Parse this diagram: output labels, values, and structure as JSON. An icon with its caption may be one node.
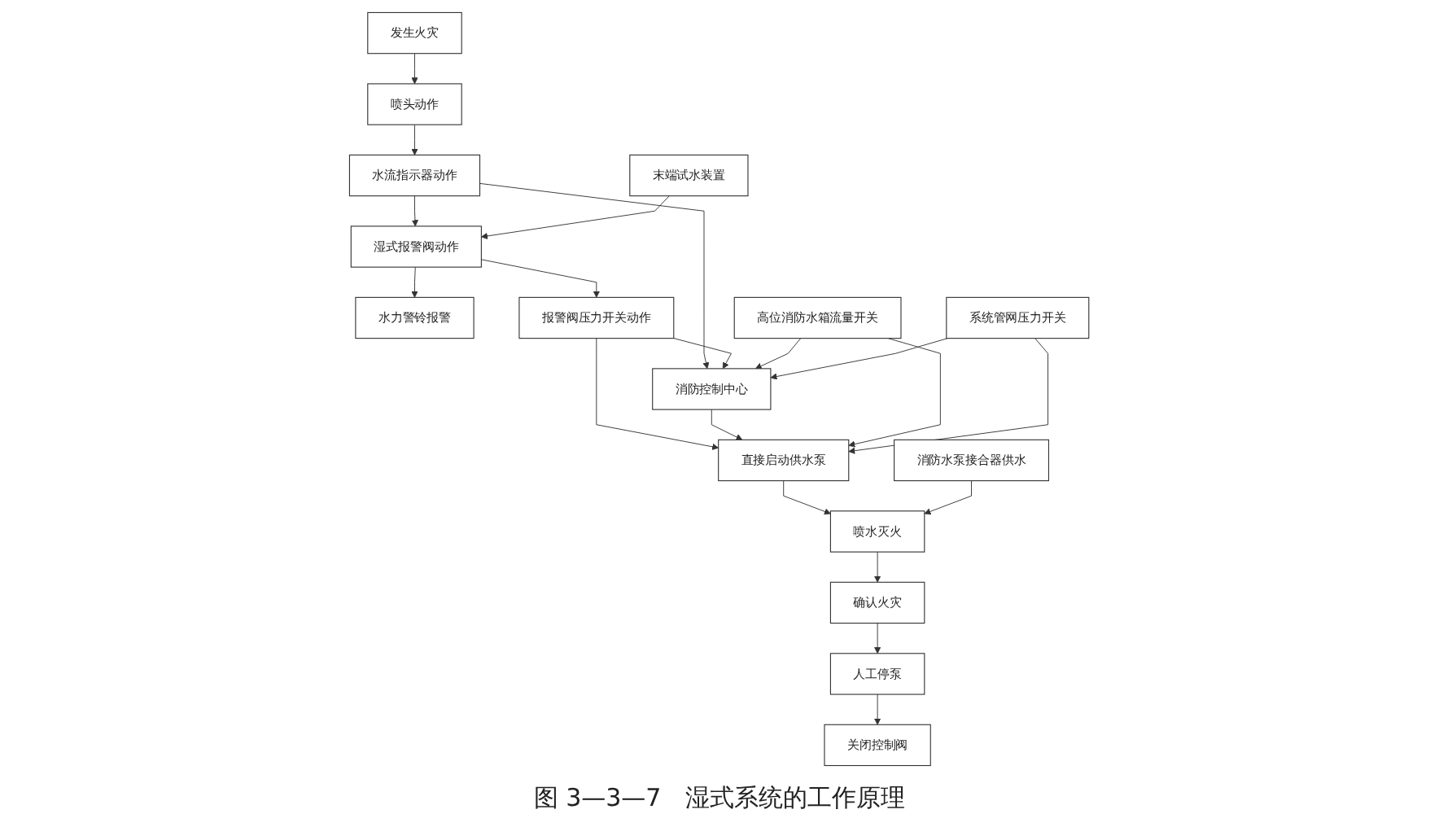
{
  "diagram": {
    "caption": "图 3—3—7　湿式系统的工作原理",
    "nodes": [
      {
        "text": [
          "发生火灾"
        ]
      },
      {
        "text": [
          "喷头动作"
        ]
      },
      {
        "text": [
          "水流指示器动作"
        ]
      },
      {
        "text": [
          "水力警铃报警"
        ]
      },
      {
        "text": [
          "湿式报警阀动作"
        ]
      },
      {
        "text": [
          "末端试水装置"
        ]
      },
      {
        "text": [
          "报警阀压力开关动作"
        ]
      },
      {
        "text": [
          "消防控制中心"
        ]
      },
      {
        "text": [
          "高位消防水箱流量开关"
        ]
      },
      {
        "text": [
          "直接启动供水泵"
        ]
      },
      {
        "text": [
          "系统管网压力开关"
        ]
      },
      {
        "text": [
          "喷水灭火"
        ]
      },
      {
        "text": [
          "消防水泵接合器供水"
        ]
      },
      {
        "text": [
          "确认火灾"
        ]
      },
      {
        "text": [
          "人工停泵"
        ]
      },
      {
        "text": [
          "关闭控制阀"
        ]
      }
    ],
    "edges": [
      {
        "from": 0,
        "to": 1,
        "arrow": "to"
      },
      {
        "from": 1,
        "to": 2,
        "arrow": "to"
      },
      {
        "from": 2,
        "to": 4,
        "arrow": "to"
      },
      {
        "from": 2,
        "to": 7,
        "arrow": "to"
      },
      {
        "from": 4,
        "to": 3,
        "arrow": "to"
      },
      {
        "from": 5,
        "to": 4,
        "arrow": "to"
      },
      {
        "from": 4,
        "to": 6,
        "arrow": "to"
      },
      {
        "from": 6,
        "to": 7,
        "arrow": "to"
      },
      {
        "from": 6,
        "to": 9,
        "arrow": "to"
      },
      {
        "from": 7,
        "to": 9,
        "arrow": "to"
      },
      {
        "from": 8,
        "to": 7,
        "arrow": "to"
      },
      {
        "from": 8,
        "to": 9,
        "arrow": "to"
      },
      {
        "from": 10,
        "to": 9,
        "arrow": "to"
      },
      {
        "from": 10,
        "to": 7,
        "arrow": "to"
      },
      {
        "from": 9,
        "to": 11,
        "arrow": "to"
      },
      {
        "from": 12,
        "to": 11,
        "arrow": "to"
      },
      {
        "from": 11,
        "to": 13,
        "arrow": "to"
      },
      {
        "from": 13,
        "to": 14,
        "arrow": "to"
      },
      {
        "from": 14,
        "to": 15,
        "arrow": "to"
      }
    ]
  }
}
